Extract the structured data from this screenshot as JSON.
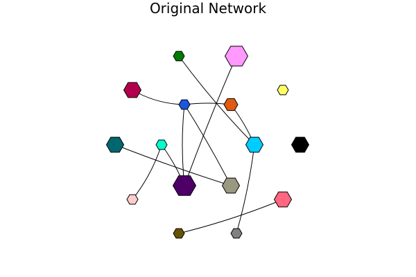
{
  "title": "Original Network",
  "nodes": [
    {
      "id": "n1",
      "color": "#ff99ff",
      "size": "large"
    },
    {
      "id": "n2",
      "color": "#007a00",
      "size": "small"
    },
    {
      "id": "n3",
      "color": "#b3004d",
      "size": "medium"
    },
    {
      "id": "n4",
      "color": "#1a56e0",
      "size": "small"
    },
    {
      "id": "n5",
      "color": "#e05a10",
      "size": "small-medium"
    },
    {
      "id": "n6",
      "color": "#ffff66",
      "size": "small"
    },
    {
      "id": "n7",
      "color": "#006670",
      "size": "medium"
    },
    {
      "id": "n8",
      "color": "#00ffcc",
      "size": "small"
    },
    {
      "id": "n9",
      "color": "#00ccff",
      "size": "medium"
    },
    {
      "id": "n10",
      "color": "#000000",
      "size": "medium"
    },
    {
      "id": "n11",
      "color": "#4d0066",
      "size": "large"
    },
    {
      "id": "n12",
      "color": "#999980",
      "size": "medium"
    },
    {
      "id": "n13",
      "color": "#ffcccc",
      "size": "small"
    },
    {
      "id": "n14",
      "color": "#ff6680",
      "size": "medium"
    },
    {
      "id": "n15",
      "color": "#665200",
      "size": "small"
    },
    {
      "id": "n16",
      "color": "#808080",
      "size": "small"
    }
  ],
  "edges": [
    {
      "source": "n2",
      "target": "n9"
    },
    {
      "source": "n3",
      "target": "n4"
    },
    {
      "source": "n4",
      "target": "n5"
    },
    {
      "source": "n5",
      "target": "n9"
    },
    {
      "source": "n4",
      "target": "n11"
    },
    {
      "source": "n4",
      "target": "n12"
    },
    {
      "source": "n1",
      "target": "n11"
    },
    {
      "source": "n7",
      "target": "n12"
    },
    {
      "source": "n8",
      "target": "n11"
    },
    {
      "source": "n8",
      "target": "n13"
    },
    {
      "source": "n9",
      "target": "n16"
    },
    {
      "source": "n14",
      "target": "n15"
    }
  ]
}
